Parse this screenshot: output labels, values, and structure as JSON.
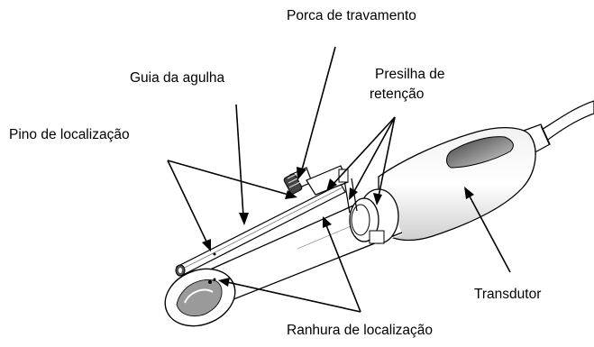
{
  "labels": {
    "porca": "Porca de travamento",
    "guia": "Guia da agulha",
    "presilha_line1": "Presilha de",
    "presilha_line2": "retenção",
    "pino": "Pino de localização",
    "transdutor": "Transdutor",
    "ranhura": "Ranhura de localização"
  },
  "icons": {
    "transducer": "endocavity-transducer-icon",
    "needle_guide": "needle-guide-icon",
    "lock_nut": "lock-nut-icon"
  },
  "colors": {
    "line": "#000000",
    "fill": "#ffffff",
    "shade": "#9a9a9a",
    "dark_shade": "#555555"
  }
}
